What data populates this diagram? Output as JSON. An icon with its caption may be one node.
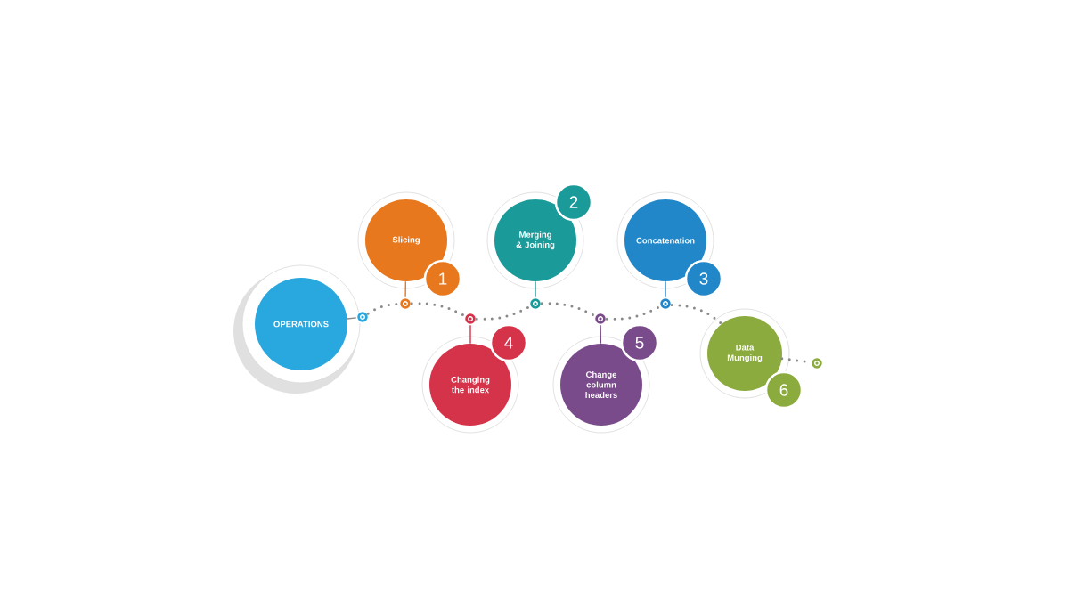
{
  "diagram": {
    "nodes": [
      {
        "text": [
          "OPERATIONS"
        ]
      },
      {
        "text": [
          "Slicing"
        ],
        "beside": [
          "1"
        ]
      },
      {
        "text": [
          "Merging & Joining"
        ],
        "beside": [
          "2"
        ]
      },
      {
        "text": [
          "Concatenation"
        ],
        "beside": [
          "3"
        ]
      },
      {
        "text": [
          "Changing the index"
        ],
        "beside": [
          "4"
        ]
      },
      {
        "text": [
          "Change column headers"
        ],
        "beside": [
          "5"
        ]
      },
      {
        "text": [
          "Data Munging"
        ],
        "beside": [
          "6"
        ]
      },
      {
        "text": [],
        "shape": "circle"
      },
      {
        "text": [],
        "shape": "circle"
      },
      {
        "text": [],
        "shape": "circle"
      },
      {
        "text": [],
        "shape": "circle"
      },
      {
        "text": [],
        "shape": "circle"
      },
      {
        "text": [],
        "shape": "circle"
      },
      {
        "text": [],
        "shape": "circle"
      }
    ],
    "edges": [
      {
        "from": 0,
        "to": 7,
        "arrow": "none"
      },
      {
        "from": 7,
        "to": 8,
        "arrow": "none",
        "style": "dashed"
      },
      {
        "from": 8,
        "to": 9,
        "arrow": "none",
        "style": "dashed"
      },
      {
        "from": 9,
        "to": 10,
        "arrow": "none",
        "style": "dashed"
      },
      {
        "from": 10,
        "to": 11,
        "arrow": "none",
        "style": "dashed"
      },
      {
        "from": 11,
        "to": 12,
        "arrow": "none",
        "style": "dashed"
      },
      {
        "from": 12,
        "to": 6,
        "arrow": "none",
        "style": "dashed"
      },
      {
        "from": 6,
        "to": 13,
        "arrow": "none",
        "style": "dashed"
      },
      {
        "from": 8,
        "to": 1,
        "arrow": "none",
        "color": "#e8781e"
      },
      {
        "from": 9,
        "to": 4,
        "arrow": "none",
        "color": "#d5334a"
      },
      {
        "from": 10,
        "to": 2,
        "arrow": "none",
        "color": "#1b9a9a"
      },
      {
        "from": 11,
        "to": 5,
        "arrow": "none",
        "color": "#7a4b8a"
      },
      {
        "from": 12,
        "to": 3,
        "arrow": "none",
        "color": "#2287c8"
      }
    ]
  }
}
